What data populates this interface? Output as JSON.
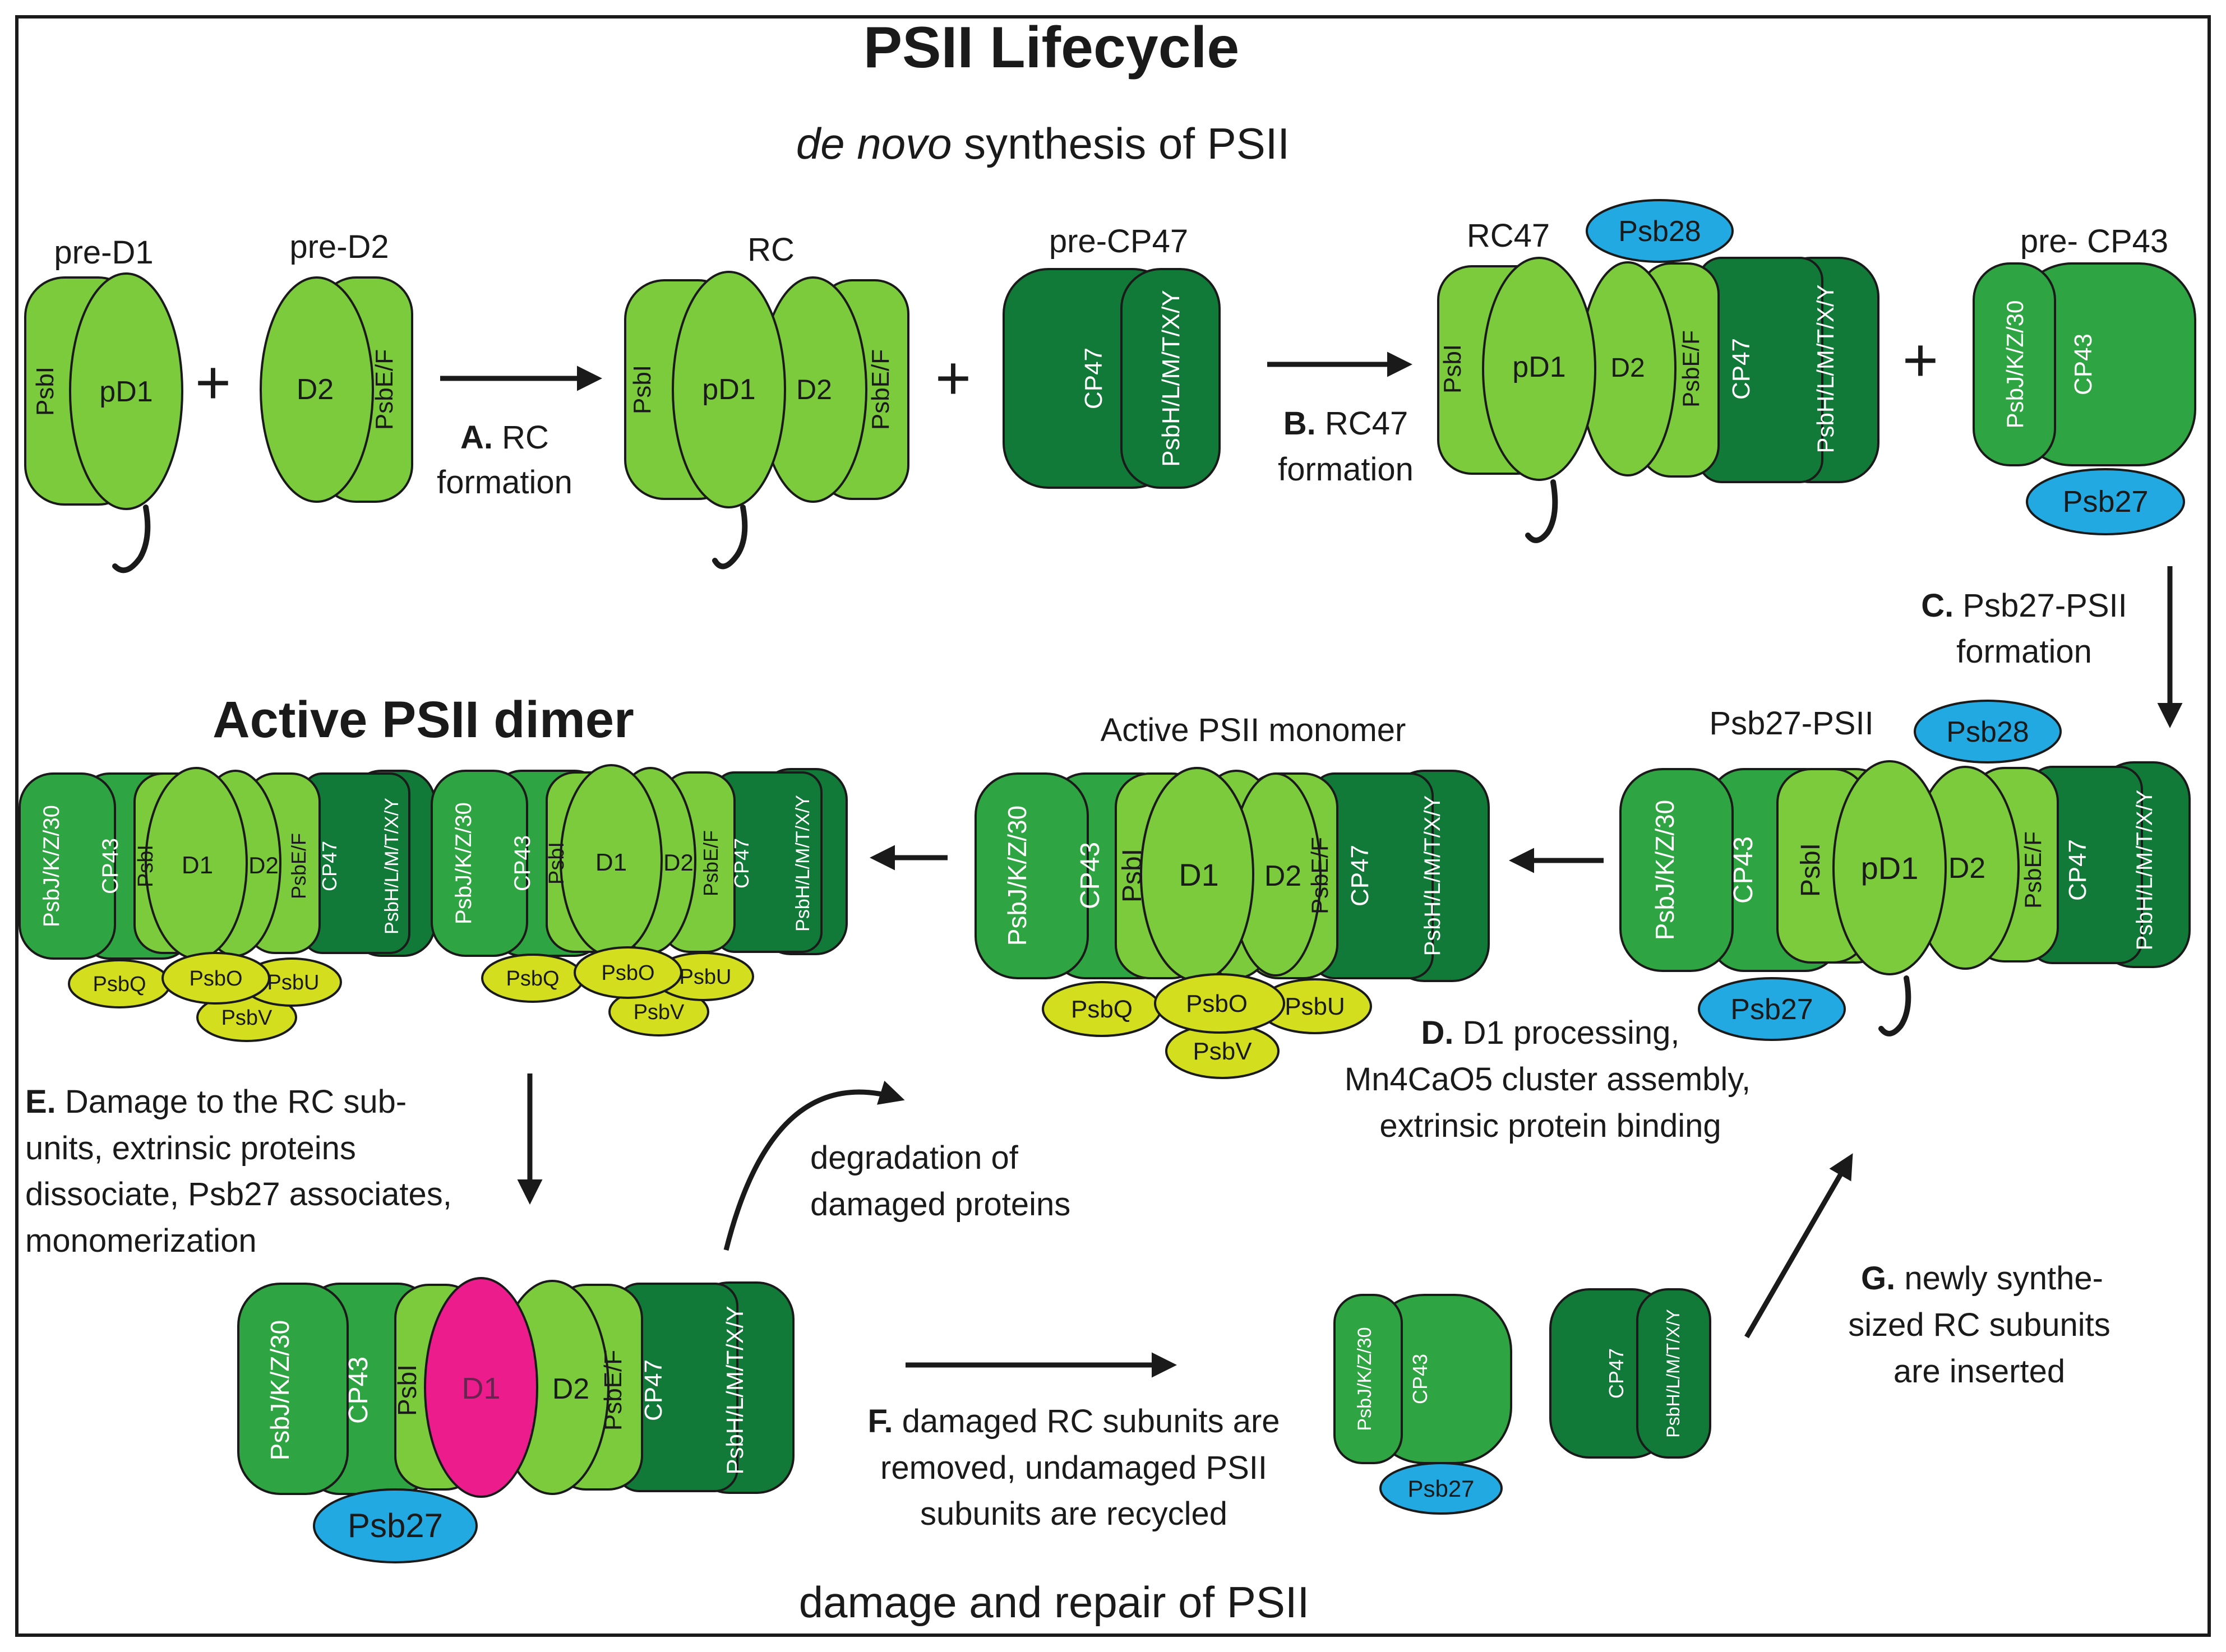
{
  "title": "PSII Lifecycle",
  "section_top": {
    "italic": "de novo",
    "rest": " synthesis of PSII"
  },
  "section_bottom": "damage and repair of PSII",
  "active_dimer_title": "Active PSII dimer",
  "plus": "+",
  "labels": {
    "pre_d1": "pre-D1",
    "pre_d2": "pre-D2",
    "rc": "RC",
    "pre_cp47": "pre-CP47",
    "rc47": "RC47",
    "pre_cp43": "pre- CP43",
    "psb27_psii": "Psb27-PSII",
    "active_monomer": "Active PSII monomer"
  },
  "subunits": {
    "psbi": "PsbI",
    "pd1": "pD1",
    "d1": "D1",
    "d2": "D2",
    "psbef": "PsbE/F",
    "cp47": "CP47",
    "cp43": "CP43",
    "psbh": "PsbH/L/M/T/X/Y",
    "psbj": "PsbJ/K/Z/30",
    "psb27": "Psb27",
    "psb28": "Psb28",
    "psbq": "PsbQ",
    "psbo": "PsbO",
    "psbu": "PsbU",
    "psbv": "PsbV"
  },
  "steps": {
    "a": {
      "letter": "A.",
      "line1": " RC",
      "line2": "formation"
    },
    "b": {
      "letter": "B.",
      "line1": " RC47",
      "line2": "formation"
    },
    "c": {
      "letter": "C.",
      "line1": " Psb27-PSII",
      "line2": "formation"
    },
    "d": {
      "letter": "D.",
      "line1": " D1 processing,",
      "line2": "Mn4CaO5 cluster assembly,",
      "line3": "extrinsic protein binding"
    },
    "e": {
      "letter": "E.",
      "line1": " Damage to the RC sub-",
      "line2": "units, extrinsic proteins",
      "line3": "dissociate, Psb27 associates,",
      "line4": "monomerization"
    },
    "f": {
      "letter": "F.",
      "line1": " damaged RC subunits are",
      "line2": "removed, undamaged PSII",
      "line3": "subunits are recycled"
    },
    "g": {
      "letter": "G.",
      "line1": " newly synthe-",
      "line2": "sized RC  subunits",
      "line3": "are inserted"
    },
    "degradation": {
      "line1": "degradation of",
      "line2": "damaged proteins"
    }
  },
  "colors": {
    "light_green": "#7ccb3c",
    "mid_green": "#2fa442",
    "dark_green": "#117a38",
    "blue": "#23a9e1",
    "yellow": "#d2de1e",
    "magenta": "#ec1c8c"
  }
}
